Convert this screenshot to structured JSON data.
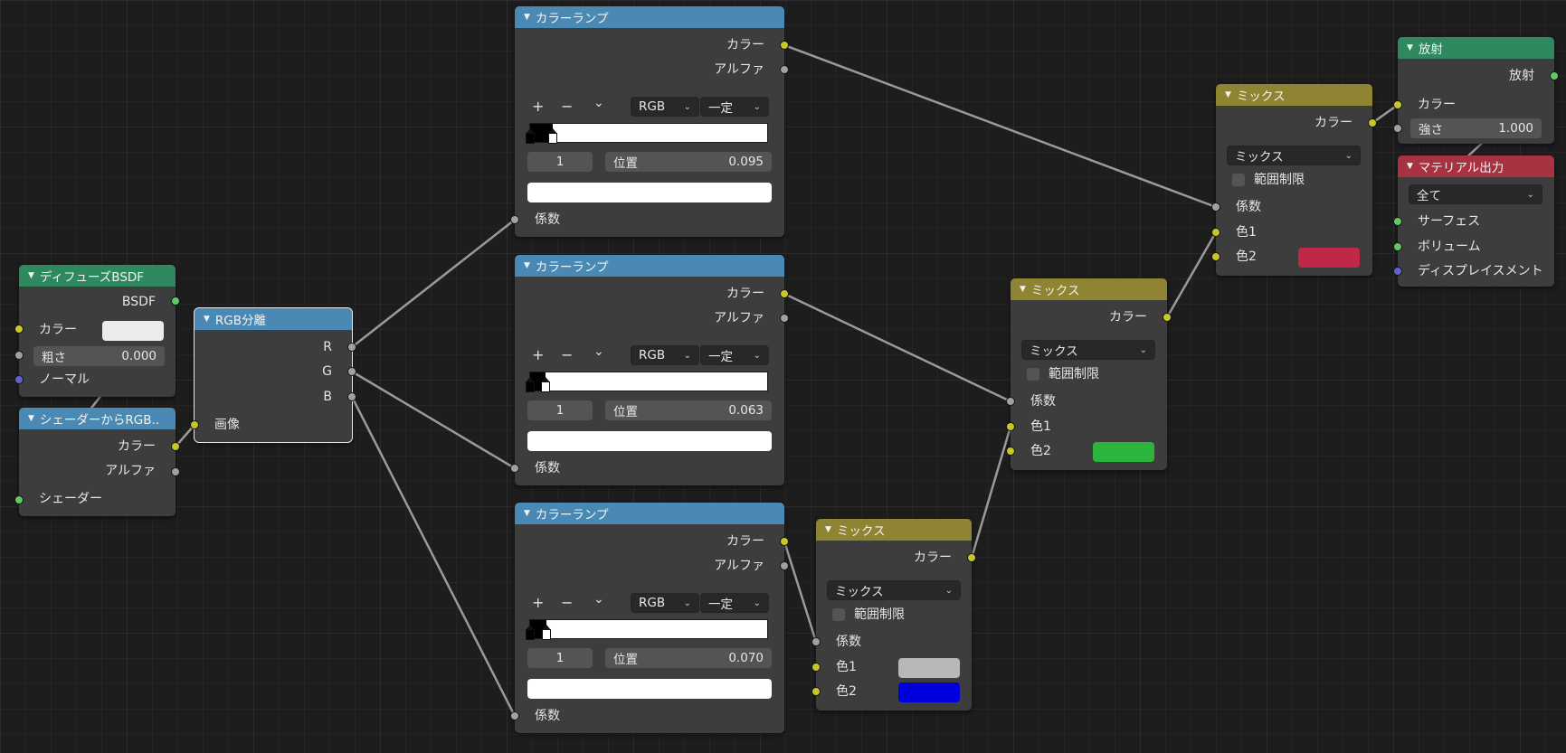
{
  "colors": {
    "ramp_header": "#4b89b5",
    "shader_header": "#2e8a5e",
    "mix_header": "#8e8432",
    "output_header": "#a93242",
    "mix_top_color2": "#c02848",
    "mix_mid_color2": "#2cb53c",
    "mix_bot_color1": "#b8b8b8",
    "mix_bot_color2": "#0000dc"
  },
  "diffuse": {
    "title": "ディフューズBSDF",
    "out_bsdf": "BSDF",
    "color_label": "カラー",
    "rough_label": "粗さ",
    "rough_value": "0.000",
    "normal_label": "ノーマル"
  },
  "shader_to_rgb": {
    "title": "シェーダーからRGB..",
    "out_color": "カラー",
    "out_alpha": "アルファ",
    "in_shader": "シェーダー"
  },
  "sep_rgb": {
    "title": "RGB分離",
    "out_r": "R",
    "out_g": "G",
    "out_b": "B",
    "in_image": "画像"
  },
  "ramps": [
    {
      "title": "カラーランプ",
      "out_color": "カラー",
      "out_alpha": "アルファ",
      "plus": "+",
      "minus": "−",
      "chev": "⌄",
      "mode": "RGB",
      "interp": "一定",
      "index": "1",
      "pos_label": "位置",
      "pos_value": "0.095",
      "fac_label": "係数",
      "stop_pos": 0.095
    },
    {
      "title": "カラーランプ",
      "out_color": "カラー",
      "out_alpha": "アルファ",
      "plus": "+",
      "minus": "−",
      "chev": "⌄",
      "mode": "RGB",
      "interp": "一定",
      "index": "1",
      "pos_label": "位置",
      "pos_value": "0.063",
      "fac_label": "係数",
      "stop_pos": 0.063
    },
    {
      "title": "カラーランプ",
      "out_color": "カラー",
      "out_alpha": "アルファ",
      "plus": "+",
      "minus": "−",
      "chev": "⌄",
      "mode": "RGB",
      "interp": "一定",
      "index": "1",
      "pos_label": "位置",
      "pos_value": "0.070",
      "fac_label": "係数",
      "stop_pos": 0.07
    }
  ],
  "mixes": [
    {
      "title": "ミックス",
      "out_color": "カラー",
      "blend": "ミックス",
      "clamp": "範囲制限",
      "fac": "係数",
      "c1": "色1",
      "c2": "色2"
    },
    {
      "title": "ミックス",
      "out_color": "カラー",
      "blend": "ミックス",
      "clamp": "範囲制限",
      "fac": "係数",
      "c1": "色1",
      "c2": "色2"
    },
    {
      "title": "ミックス",
      "out_color": "カラー",
      "blend": "ミックス",
      "clamp": "範囲制限",
      "fac": "係数",
      "c1": "色1",
      "c2": "色2"
    }
  ],
  "emission": {
    "title": "放射",
    "out": "放射",
    "color_label": "カラー",
    "strength_label": "強さ",
    "strength_value": "1.000"
  },
  "material_output": {
    "title": "マテリアル出力",
    "target": "全て",
    "surface": "サーフェス",
    "volume": "ボリューム",
    "displacement": "ディスプレイスメント"
  }
}
